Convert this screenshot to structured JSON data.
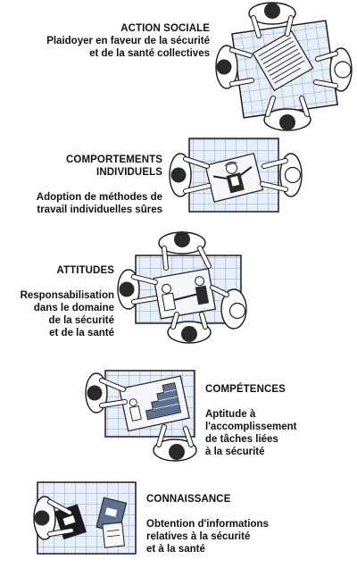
{
  "steps": [
    {
      "title": "ACTION SOCIALE",
      "desc": "Plaidoyer en faveur de la sécurité\net de la santé collectives"
    },
    {
      "title": "COMPORTEMENTS\nINDIVIDUELS",
      "desc": "Adoption de méthodes de\ntravail individuelles sûres"
    },
    {
      "title": "ATTITUDES",
      "desc": "Responsabilisation\ndans le domaine\nde la sécurité\net de la santé"
    },
    {
      "title": "COMPÉTENCES",
      "desc": "Aptitude à\nl'accomplissement\nde tâches liées\nà la sécurité"
    },
    {
      "title": "CONNAISSANCE",
      "desc": "Obtention d'informations\nrelatives à la sécurité\net à la santé"
    }
  ],
  "colors": {
    "table_fill": "#e6eef7",
    "grid": "#7b8fb0",
    "outline": "#1a1a1a",
    "figure_fill": "#ffffff",
    "head_dark": "#2a2a2a",
    "paper": "#f4f6fa",
    "binder_blue": "#5f6f8f",
    "binder_black": "#1b1b1b"
  }
}
